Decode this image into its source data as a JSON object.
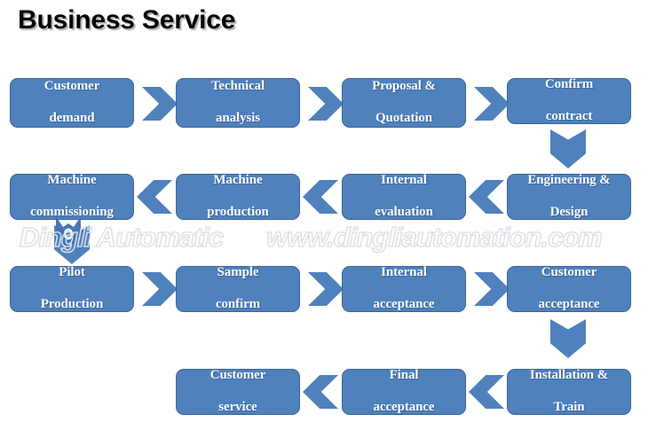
{
  "title": "Business Service",
  "theme": {
    "node_fill": "#4f81bd",
    "node_border": "#3a6596",
    "node_text": "#ffffff",
    "title_color": "#040404",
    "background": "#ffffff",
    "watermark_color": "#dde2e8"
  },
  "watermark": {
    "brand": "Dingli Automatic",
    "url": "www.dingliautomation.com",
    "logo_icon": "shield-fox-logo-icon"
  },
  "chart_data": {
    "type": "diagram",
    "title": "Business Service",
    "layout": "serpentine-flowchart",
    "rows": 4,
    "columns": 4,
    "nodes": [
      {
        "id": 1,
        "label": "Customer demand",
        "line1": "Customer",
        "line2": "demand",
        "row": 1,
        "col": 1
      },
      {
        "id": 2,
        "label": "Technical analysis",
        "line1": "Technical",
        "line2": "analysis",
        "row": 1,
        "col": 2
      },
      {
        "id": 3,
        "label": "Proposal & Quotation",
        "line1": "Proposal &",
        "line2": "Quotation",
        "row": 1,
        "col": 3
      },
      {
        "id": 4,
        "label": "Confirm contract",
        "line1": "Confirm",
        "line2": "contract",
        "row": 1,
        "col": 4
      },
      {
        "id": 5,
        "label": "Engineering & Design",
        "line1": "Engineering &",
        "line2": "Design",
        "row": 2,
        "col": 4
      },
      {
        "id": 6,
        "label": "Internal evaluation",
        "line1": "Internal",
        "line2": "evaluation",
        "row": 2,
        "col": 3
      },
      {
        "id": 7,
        "label": "Machine production",
        "line1": "Machine",
        "line2": "production",
        "row": 2,
        "col": 2
      },
      {
        "id": 8,
        "label": "Machine commissioning",
        "line1": "Machine",
        "line2": "commissioning",
        "row": 2,
        "col": 1
      },
      {
        "id": 9,
        "label": "Pilot Production",
        "line1": "Pilot",
        "line2": "Production",
        "row": 3,
        "col": 1
      },
      {
        "id": 10,
        "label": "Sample confirm",
        "line1": "Sample",
        "line2": "confirm",
        "row": 3,
        "col": 2
      },
      {
        "id": 11,
        "label": "Internal acceptance",
        "line1": "Internal",
        "line2": "acceptance",
        "row": 3,
        "col": 3
      },
      {
        "id": 12,
        "label": "Customer acceptance",
        "line1": "Customer",
        "line2": "acceptance",
        "row": 3,
        "col": 4
      },
      {
        "id": 13,
        "label": "Installation & Train",
        "line1": "Installation &",
        "line2": "Train",
        "row": 4,
        "col": 4
      },
      {
        "id": 14,
        "label": "Final acceptance",
        "line1": "Final",
        "line2": "acceptance",
        "row": 4,
        "col": 3
      },
      {
        "id": 15,
        "label": "Customer service",
        "line1": "Customer",
        "line2": "service",
        "row": 4,
        "col": 2
      }
    ],
    "connectors": [
      {
        "from": 1,
        "to": 2,
        "direction": "right"
      },
      {
        "from": 2,
        "to": 3,
        "direction": "right"
      },
      {
        "from": 3,
        "to": 4,
        "direction": "right"
      },
      {
        "from": 4,
        "to": 5,
        "direction": "down"
      },
      {
        "from": 5,
        "to": 6,
        "direction": "left"
      },
      {
        "from": 6,
        "to": 7,
        "direction": "left"
      },
      {
        "from": 7,
        "to": 8,
        "direction": "left"
      },
      {
        "from": 8,
        "to": 9,
        "direction": "down"
      },
      {
        "from": 9,
        "to": 10,
        "direction": "right"
      },
      {
        "from": 10,
        "to": 11,
        "direction": "right"
      },
      {
        "from": 11,
        "to": 12,
        "direction": "right"
      },
      {
        "from": 12,
        "to": 13,
        "direction": "down"
      },
      {
        "from": 13,
        "to": 14,
        "direction": "left"
      },
      {
        "from": 14,
        "to": 15,
        "direction": "left"
      }
    ]
  }
}
